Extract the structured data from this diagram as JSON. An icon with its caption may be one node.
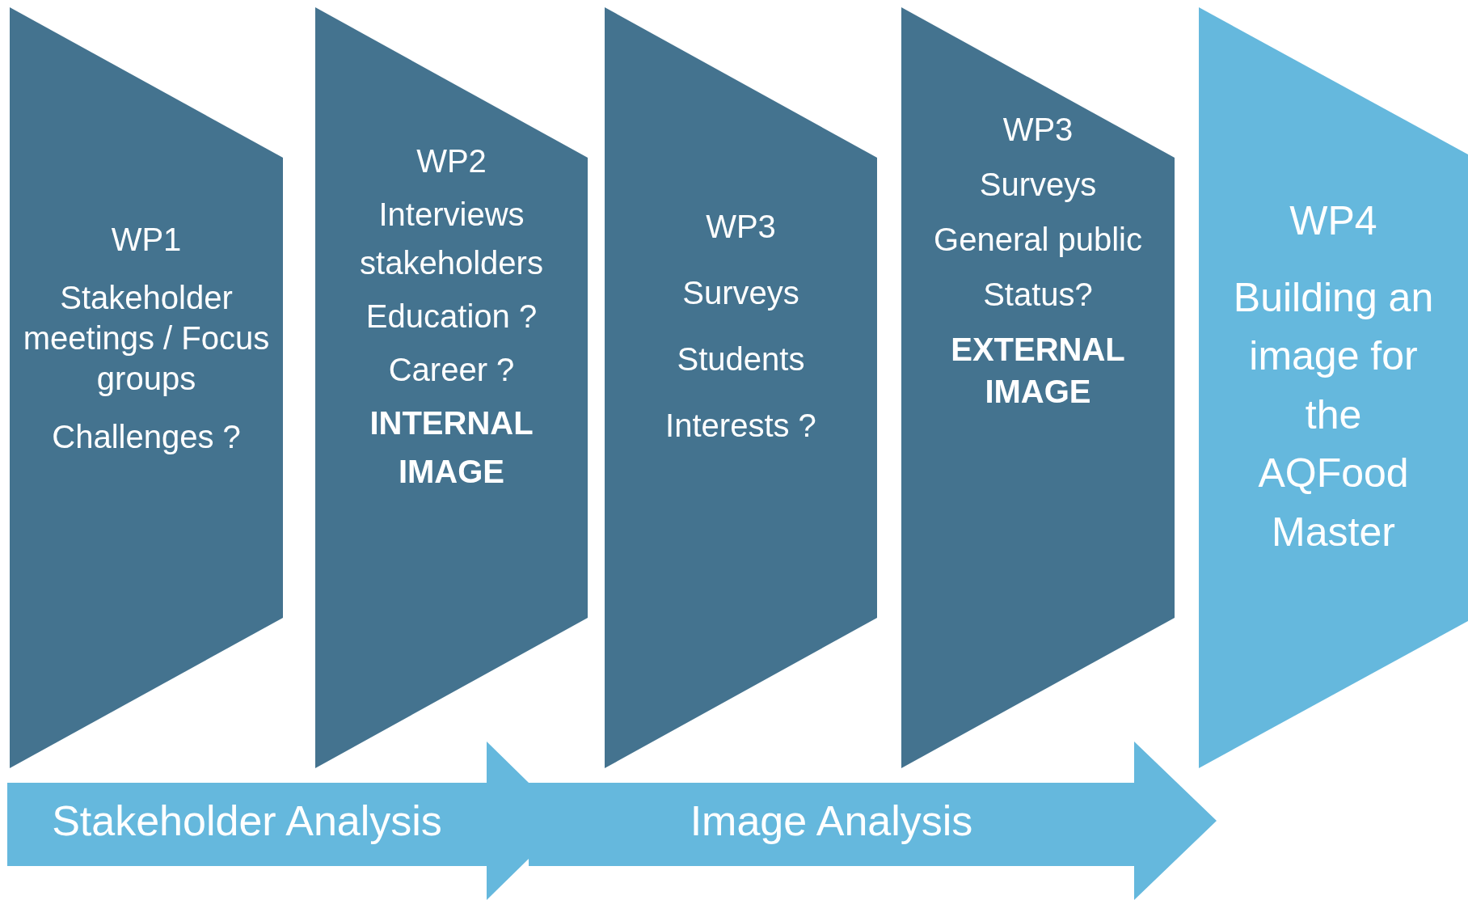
{
  "diagram": {
    "nodes": [
      {
        "text": [
          "WP1",
          "Stakeholder meetings / Focus groups",
          "Challenges ?"
        ]
      },
      {
        "text": [
          "WP2",
          "Interviews stakeholders",
          "Education ?",
          "Career ?",
          "**INTERNAL IMAGE**"
        ]
      },
      {
        "text": [
          "WP3",
          "Surveys",
          "Students",
          "Interests ?"
        ]
      },
      {
        "text": [
          "WP3",
          "Surveys",
          "General public",
          "Status?",
          "**EXTERNAL IMAGE**"
        ]
      },
      {
        "text": [
          "WP4",
          "Building an image for the AQFood Master"
        ]
      },
      {
        "text": [
          "Stakeholder Analysis"
        ]
      },
      {
        "text": [
          "Image Analysis"
        ]
      }
    ]
  }
}
